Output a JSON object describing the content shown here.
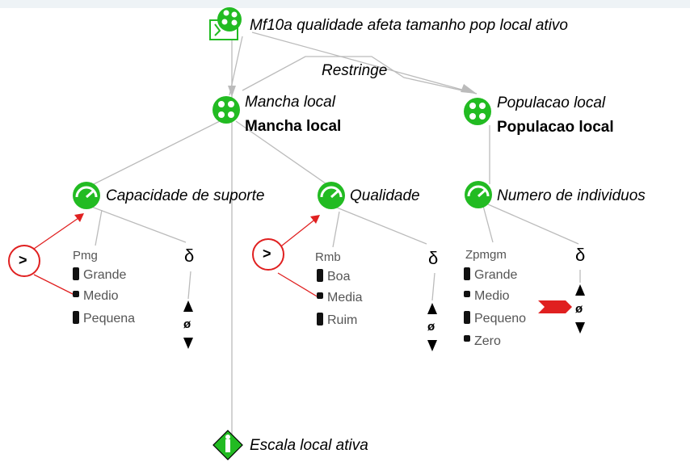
{
  "nodes": {
    "scenario": "Mf10a qualidade afeta tamanho pop local ativo",
    "restringe": "Restringe",
    "mancha_italic": "Mancha local",
    "mancha_bold": "Mancha local",
    "populacao_italic": "Populacao local",
    "populacao_bold": "Populacao local",
    "capacidade": "Capacidade de suporte",
    "qualidade": "Qualidade",
    "numero": "Numero de individuos",
    "escala": "Escala local ativa"
  },
  "quantities": {
    "cap": {
      "name": "Pmg",
      "values": [
        "Grande",
        "Medio",
        "Pequena"
      ],
      "delta": "δ",
      "zero": "ø"
    },
    "qual": {
      "name": "Rmb",
      "values": [
        "Boa",
        "Media",
        "Ruim"
      ],
      "delta": "δ",
      "zero": "ø"
    },
    "num": {
      "name": "Zpmgm",
      "values": [
        "Grande",
        "Medio",
        "Pequeno",
        "Zero"
      ],
      "delta": "δ",
      "zero": "ø"
    }
  },
  "correspondences": [
    ">",
    ">"
  ],
  "colors": {
    "entity_green": "#22bb22",
    "relation_red": "#e02020",
    "connector_gray": "#bbbbbb",
    "text_gray": "#555555"
  }
}
